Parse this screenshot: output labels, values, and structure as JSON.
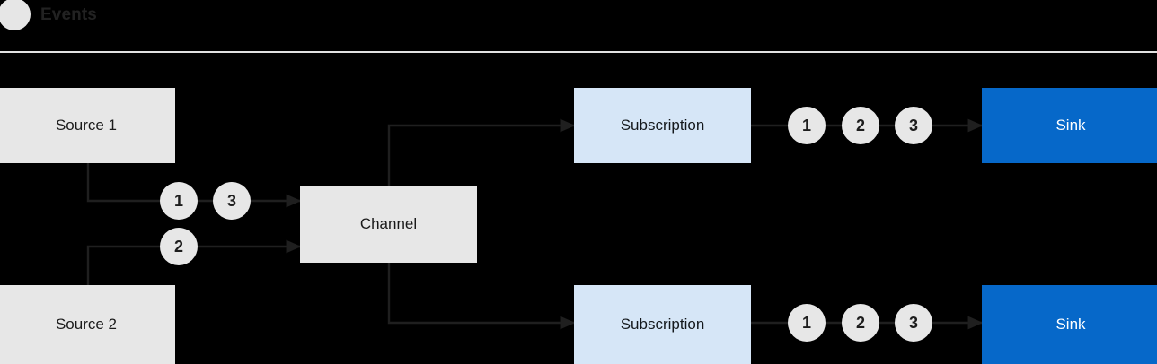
{
  "legend": {
    "icon": "events-circle-icon",
    "label": "Events"
  },
  "diagram": {
    "nodes": {
      "source1": "Source 1",
      "source2": "Source 2",
      "channel": "Channel",
      "subscription1": "Subscription",
      "subscription2": "Subscription",
      "sink1": "Sink",
      "sink2": "Sink"
    },
    "badges": {
      "source1_a": "1",
      "source1_b": "3",
      "source2_a": "2",
      "sub1_a": "1",
      "sub1_b": "2",
      "sub1_c": "3",
      "sub2_a": "1",
      "sub2_b": "2",
      "sub2_c": "3"
    }
  },
  "colors": {
    "background": "#000000",
    "source_fill": "#e7e7e7",
    "channel_fill": "#e7e7e7",
    "subscription_fill": "#d6e6f7",
    "sink_fill": "#0668c9",
    "badge_fill": "#e7e7e7",
    "wire": "#1f1f1f",
    "divider": "#e2e2e2"
  }
}
